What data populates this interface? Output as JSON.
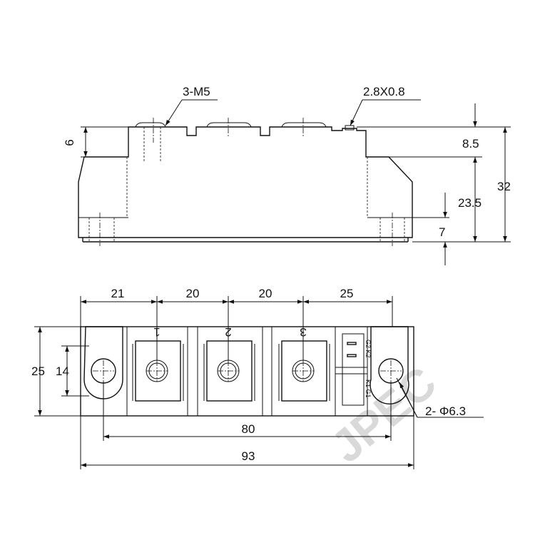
{
  "side_view": {
    "callout_thread": "3-M5",
    "callout_pin": "2.8X0.8",
    "dim_left_small": "6",
    "dim_right_top": "8.5",
    "dim_right_mid": "23.5",
    "dim_right_bottom": "7",
    "dim_right_total": "32"
  },
  "top_view": {
    "dim_top_1": "21",
    "dim_top_2": "20",
    "dim_top_3": "20",
    "dim_top_4": "25",
    "dim_left_outer": "25",
    "dim_left_inner": "14",
    "terminal_1": "1",
    "terminal_2": "2",
    "terminal_3": "3",
    "gate_labels_top": "G2 K2",
    "gate_labels_bottom": "K1 G1",
    "hole_callout": "2- Φ6.3",
    "dim_bottom_inner": "80",
    "dim_bottom_outer": "93"
  },
  "watermark": "JPEC"
}
